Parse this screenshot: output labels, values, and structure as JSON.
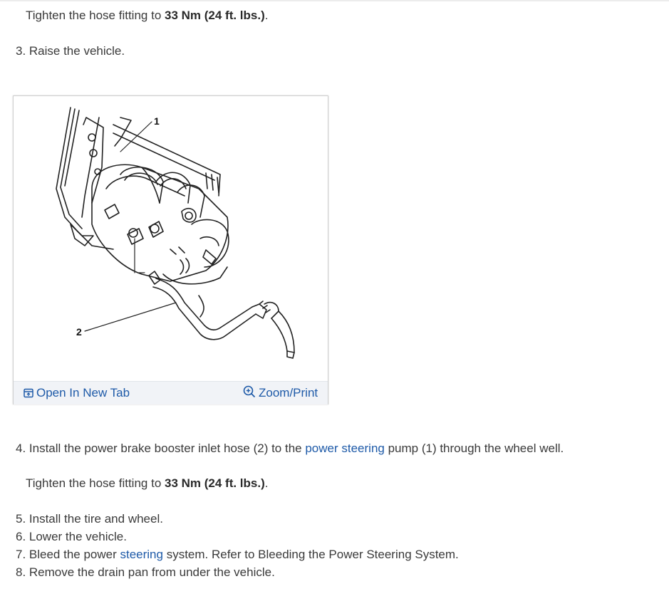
{
  "steps": {
    "s2_detail": {
      "pre": "Tighten the hose fitting to ",
      "value": "33 Nm (24 ft. lbs.)",
      "post": "."
    },
    "s3": "3. Raise the vehicle.",
    "s4": {
      "pre": "4. Install the power brake booster inlet hose (2) to the ",
      "link": "power steering",
      "post": " pump (1) through the wheel well."
    },
    "s4_detail": {
      "pre": "Tighten the hose fitting to ",
      "value": "33 Nm (24 ft. lbs.)",
      "post": "."
    },
    "s5": "5. Install the tire and wheel.",
    "s6": "6. Lower the vehicle.",
    "s7": {
      "pre": "7. Bleed the power ",
      "link": "steering",
      "post": " system. Refer to Bleeding the Power Steering System."
    },
    "s8": "8. Remove the drain pan from under the vehicle."
  },
  "figure": {
    "callouts": [
      "1",
      "2"
    ],
    "open_label": "Open In New Tab",
    "zoom_label": "Zoom/Print",
    "open_icon": "open-new-tab-icon",
    "zoom_icon": "zoom-in-icon"
  },
  "colors": {
    "link": "#1e5aa8",
    "text": "#3a3a3a",
    "toolbar_bg": "#f1f3f7"
  }
}
